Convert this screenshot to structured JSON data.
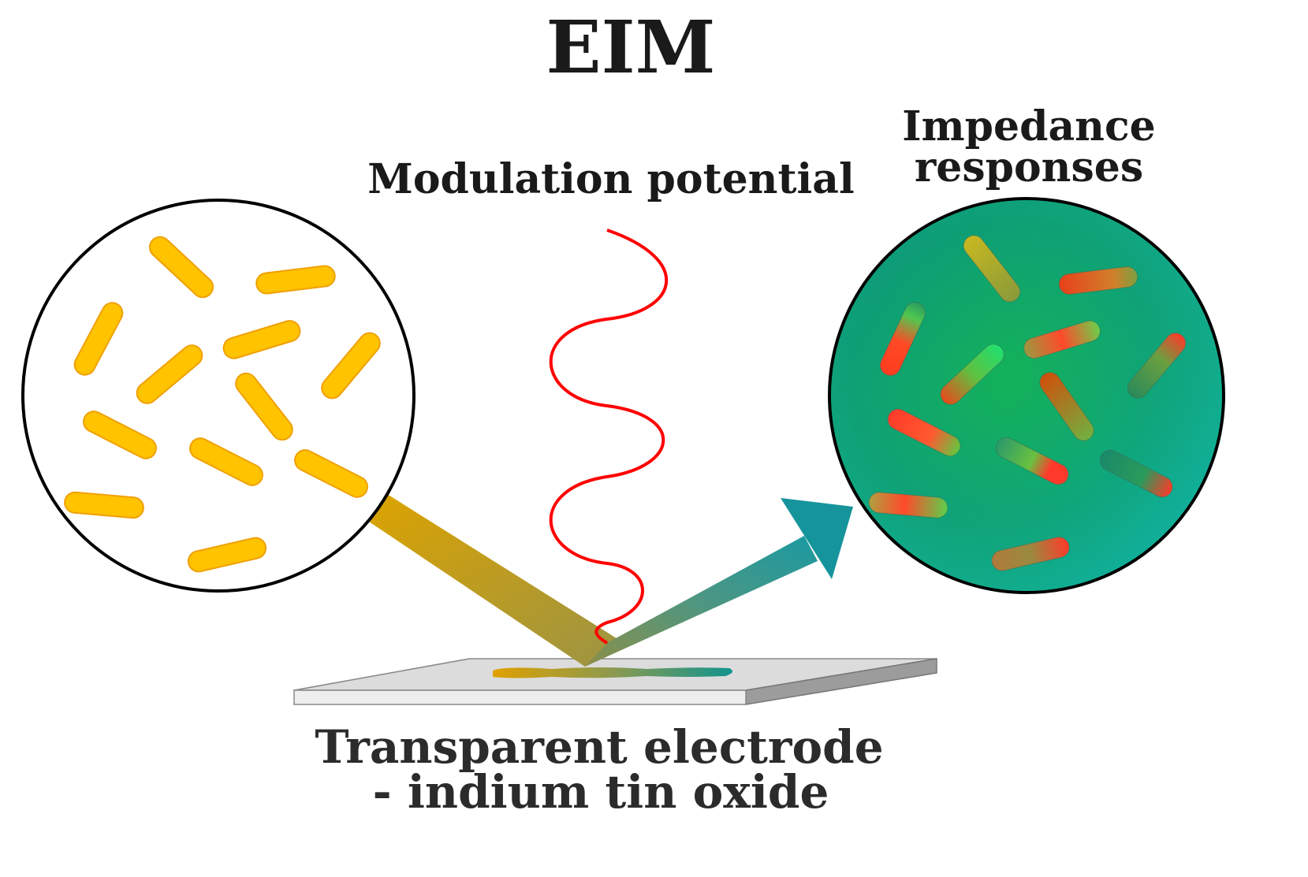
{
  "title": "EIM",
  "labels": {
    "modulation": "Modulation potential",
    "impedance_line1": "Impedance",
    "impedance_line2": "responses",
    "electrode_line1": "Transparent electrode",
    "electrode_line2": "- indium tin oxide"
  },
  "colors": {
    "bacteria_fill": "#ffc300",
    "bacteria_stroke": "#f0a000",
    "wave": "#ff0000",
    "arrow_start": "#e0a400",
    "arrow_end": "#1b9aa0",
    "response_bg_start": "#0e9a8c",
    "response_bg_end": "#13b4ae",
    "bacteria_red": "#ff3b1f",
    "bacteria_green": "#5bd24a",
    "electrode_top": "#d9d9d9",
    "electrode_side": "#9a9a9a"
  }
}
